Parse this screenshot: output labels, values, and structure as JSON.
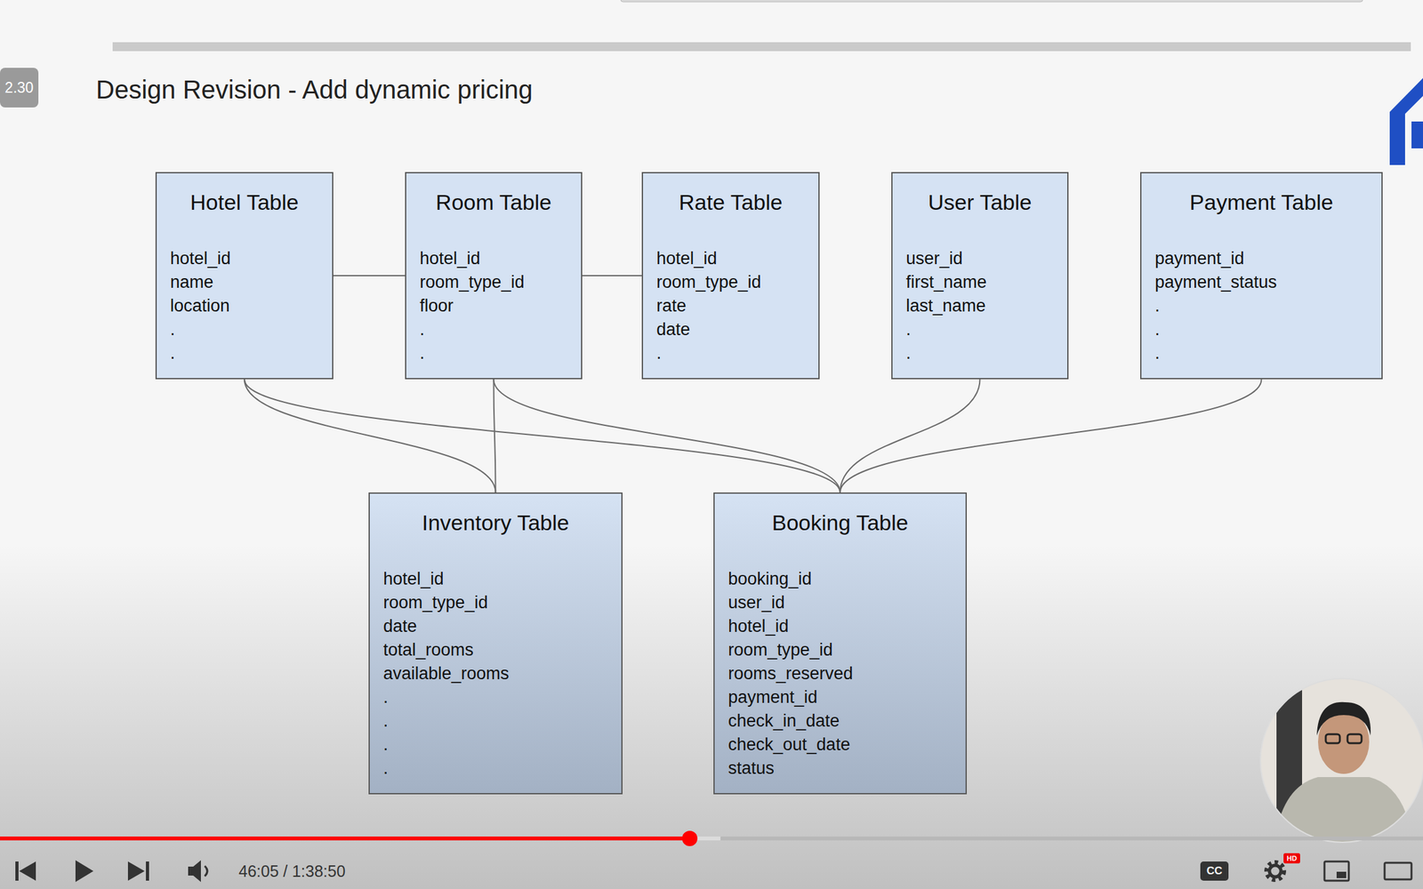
{
  "diagram": {
    "title": "Design Revision - Add dynamic pricing",
    "nodes": [
      {
        "text": [
          "Hotel Table",
          "hotel_id",
          "name",
          "location",
          ".",
          "."
        ]
      },
      {
        "text": [
          "Room Table",
          "hotel_id",
          "room_type_id",
          "floor",
          ".",
          "."
        ]
      },
      {
        "text": [
          "Rate Table",
          "hotel_id",
          "room_type_id",
          "rate",
          "date",
          "."
        ]
      },
      {
        "text": [
          "User Table",
          "user_id",
          "first_name",
          "last_name",
          ".",
          "."
        ]
      },
      {
        "text": [
          "Payment Table",
          "payment_id",
          "payment_status",
          ".",
          ".",
          "."
        ]
      },
      {
        "text": [
          "Inventory Table",
          "hotel_id",
          "room_type_id",
          "date",
          "total_rooms",
          "available_rooms",
          ".",
          ".",
          ".",
          "."
        ]
      },
      {
        "text": [
          "Booking Table",
          "booking_id",
          "user_id",
          "hotel_id",
          "room_type_id",
          "rooms_reserved",
          "payment_id",
          "check_in_date",
          "check_out_date",
          "status"
        ]
      }
    ],
    "edges": [
      {
        "from": 0,
        "to": 1,
        "arrow": "none"
      },
      {
        "from": 1,
        "to": 2,
        "arrow": "none"
      },
      {
        "from": 0,
        "to": 5,
        "arrow": "none"
      },
      {
        "from": 0,
        "to": 6,
        "arrow": "none"
      },
      {
        "from": 1,
        "to": 5,
        "arrow": "none"
      },
      {
        "from": 1,
        "to": 6,
        "arrow": "none"
      },
      {
        "from": 3,
        "to": 6,
        "arrow": "none"
      },
      {
        "from": 4,
        "to": 6,
        "arrow": "none"
      }
    ],
    "labels": [
      "2.30",
      "46:05 / 1:38:50",
      "CC",
      "HD"
    ]
  }
}
